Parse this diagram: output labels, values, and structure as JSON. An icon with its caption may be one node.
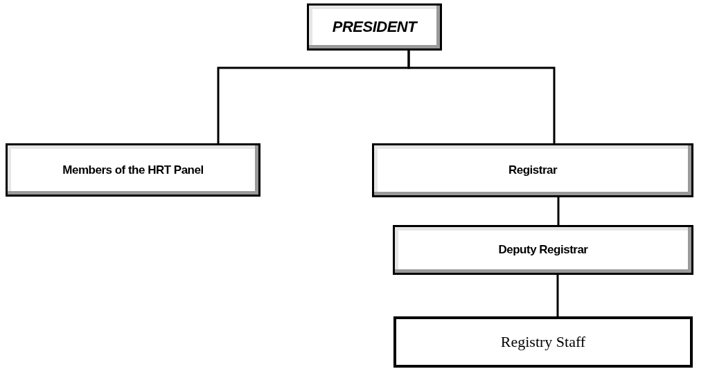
{
  "diagram": {
    "nodes": [
      {
        "text": [
          "PRESIDENT"
        ]
      },
      {
        "text": [
          "Members of the HRT Panel"
        ]
      },
      {
        "text": [
          "Registrar"
        ]
      },
      {
        "text": [
          "Deputy Registrar"
        ]
      },
      {
        "text": [
          "Registry Staff"
        ]
      }
    ],
    "edges": [
      {
        "from": 0,
        "to": 1,
        "arrow": "none"
      },
      {
        "from": 0,
        "to": 2,
        "arrow": "none"
      },
      {
        "from": 2,
        "to": 3,
        "arrow": "none"
      },
      {
        "from": 3,
        "to": 4,
        "arrow": "none"
      }
    ]
  }
}
